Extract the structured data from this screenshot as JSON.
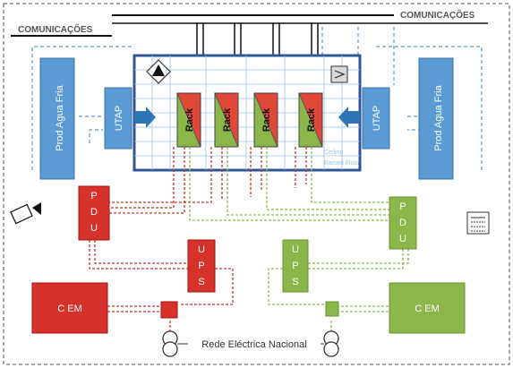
{
  "colors": {
    "blue": "#5b9bd5",
    "blue_dark": "#2e5c8a",
    "blue_frame": "#2f5597",
    "red": "#c0392b",
    "red_line": "#c0392b",
    "green": "#8ab64a",
    "green_line": "#8ab64a",
    "black": "#111111"
  },
  "labels": {
    "comms_top": "COMUNICAÇÕES",
    "comms_left": "COMUNICAÇÕES",
    "chiller_left": "Prod Agua Fria",
    "chiller_right": "Prod Agua Fria",
    "utap_left": "UTAP",
    "utap_right": "UTAP",
    "rack1": "Rack",
    "rack2": "Rack",
    "rack3": "Rack",
    "rack4": "Rack",
    "pdu_left": "P\nD\nU",
    "pdu_right": "P\nD\nU",
    "ups_left": "U\nP\nS",
    "ups_right": "U\nP\nS",
    "cem_left": "C EM",
    "cem_right": "C EM",
    "grid": "Rede Eléctrica Nacional",
    "floor_note": "Raised Floor",
    "ceiling_note": "Ceiling"
  },
  "icons": {
    "smoke_detector": "warning-triangle-icon",
    "sensor": "sensor-icon",
    "camera": "camera-icon",
    "access_panel": "keypad-icon",
    "transformer_left": "transformer-icon",
    "transformer_right": "transformer-icon"
  }
}
